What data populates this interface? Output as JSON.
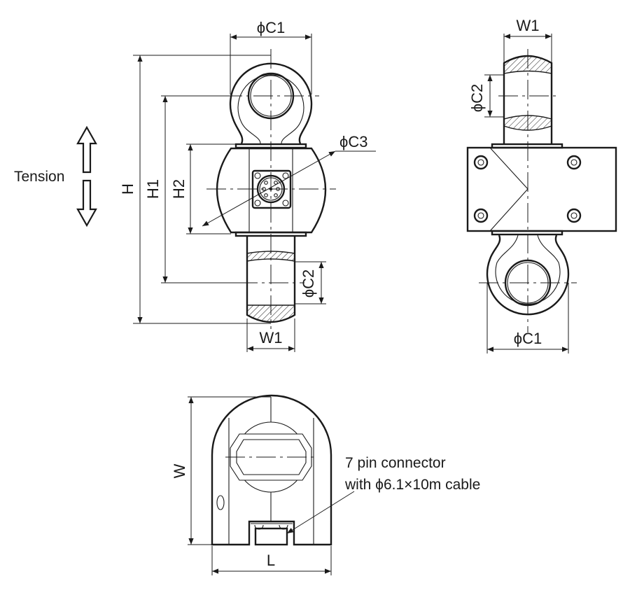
{
  "front_view": {
    "c1": "ϕC1",
    "c2": "ϕC2",
    "c3": "ϕC3",
    "h": "H",
    "h1": "H1",
    "h2": "H2",
    "w1": "W1"
  },
  "tension_label": "Tension",
  "side_view": {
    "w1": "W1",
    "c2": "ϕC2",
    "c1": "ϕC1"
  },
  "bottom_view": {
    "w": "W",
    "l": "L"
  },
  "callout": {
    "line1": "7 pin connector",
    "line2": "with ϕ6.1×10m cable"
  }
}
